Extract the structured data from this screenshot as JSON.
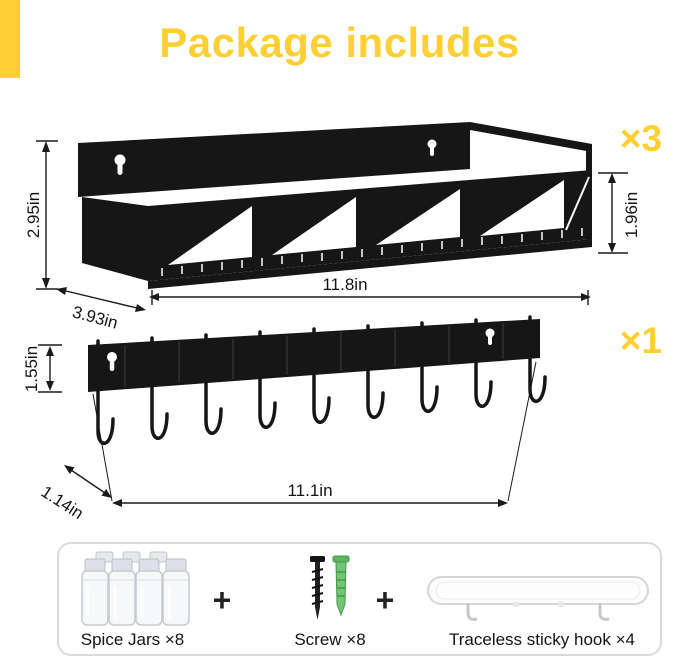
{
  "title": "Package includes",
  "colors": {
    "accent": "#FFCF33",
    "ink": "#141414"
  },
  "shelf": {
    "quantity": "×3",
    "height": "2.95in",
    "depth": "3.93in",
    "width": "11.8in",
    "front_height": "1.96in"
  },
  "rail": {
    "quantity": "×1",
    "height": "1.55in",
    "depth": "1.14in",
    "width": "11.1in"
  },
  "package_box": {
    "plus": "+",
    "items": [
      {
        "label": "Spice Jars ×8",
        "icon": "spice-jars-icon"
      },
      {
        "label": "Screw ×8",
        "icon": "screw-and-anchor-icon"
      },
      {
        "label": "Traceless sticky hook ×4",
        "icon": "sticky-hook-strip-icon"
      }
    ]
  }
}
